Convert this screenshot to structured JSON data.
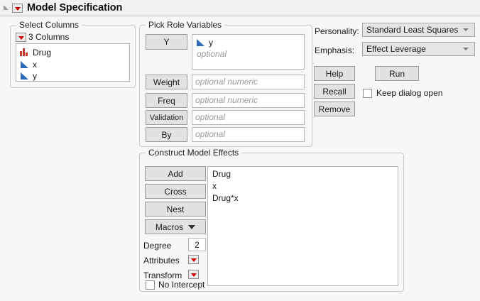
{
  "window": {
    "title": "Model Specification",
    "outline_icon": "disclosure-triangle-icon",
    "menu_icon": "red-dropdown-icon"
  },
  "select_columns": {
    "group_label": "Select Columns",
    "count_label": "3 Columns",
    "count_menu_icon": "red-dropdown-icon",
    "columns": [
      {
        "name": "Drug",
        "type_icon": "nominal-bars-icon"
      },
      {
        "name": "x",
        "type_icon": "continuous-triangle-icon"
      },
      {
        "name": "y",
        "type_icon": "continuous-triangle-icon"
      }
    ]
  },
  "pick_role_variables": {
    "group_label": "Pick Role Variables",
    "roles": [
      {
        "button": "Y",
        "value": "y",
        "value_icon": "continuous-triangle-icon",
        "placeholder": "optional"
      },
      {
        "button": "Weight",
        "value": "",
        "placeholder": "optional numeric"
      },
      {
        "button": "Freq",
        "value": "",
        "placeholder": "optional numeric"
      },
      {
        "button": "Validation",
        "value": "",
        "placeholder": "optional"
      },
      {
        "button": "By",
        "value": "",
        "placeholder": "optional"
      }
    ]
  },
  "options": {
    "personality_label": "Personality:",
    "personality_value": "Standard Least Squares",
    "emphasis_label": "Emphasis:",
    "emphasis_value": "Effect Leverage",
    "help_button": "Help",
    "run_button": "Run",
    "recall_button": "Recall",
    "remove_button": "Remove",
    "keep_dialog_open_label": "Keep dialog open",
    "keep_dialog_open_checked": false
  },
  "construct_model_effects": {
    "group_label": "Construct Model Effects",
    "add_button": "Add",
    "cross_button": "Cross",
    "nest_button": "Nest",
    "macros_button": "Macros",
    "degree_label": "Degree",
    "degree_value": "2",
    "attributes_label": "Attributes",
    "transform_label": "Transform",
    "no_intercept_label": "No Intercept",
    "no_intercept_checked": false,
    "effects": [
      "Drug",
      "x",
      "Drug*x"
    ]
  },
  "colors": {
    "accent_red": "#cc0000",
    "nominal_icon": "#c0392b",
    "continuous_icon": "#2e6bb8",
    "dialog_background": "#f7f7f7",
    "button_face": "#e2e2e2"
  }
}
